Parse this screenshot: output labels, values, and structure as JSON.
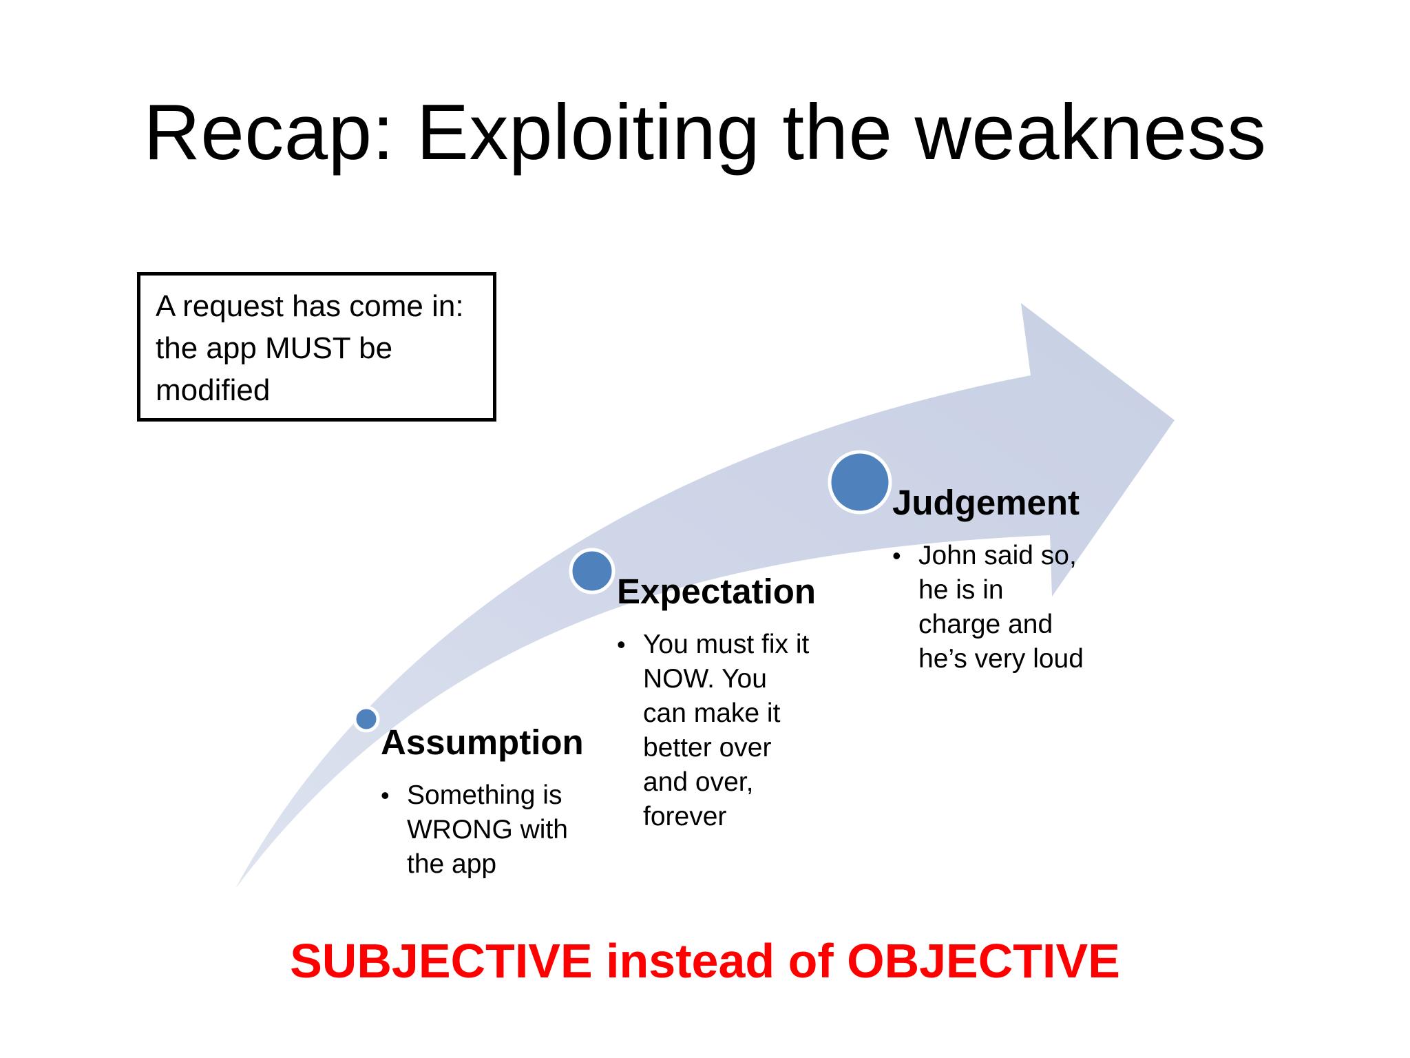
{
  "slide": {
    "title": "Recap: Exploiting the weakness",
    "request_box": {
      "text": "A request has come in: the app MUST be modified"
    },
    "stages": [
      {
        "heading": "Assumption",
        "bullet": "Something is WRONG with the app"
      },
      {
        "heading": "Expectation",
        "bullet": "You must fix it NOW.  You can make it better over and over, forever"
      },
      {
        "heading": "Judgement",
        "bullet": "John said so, he is in charge and he’s very loud"
      }
    ],
    "footer": "SUBJECTIVE instead of OBJECTIVE"
  },
  "colors": {
    "arrow_fill": "#ccd3e6",
    "circle_fill": "#4f81bd",
    "circle_stroke": "#ffffff",
    "footer_text": "#ff0000",
    "box_border": "#000000"
  },
  "icons": {
    "bullet": "•"
  }
}
